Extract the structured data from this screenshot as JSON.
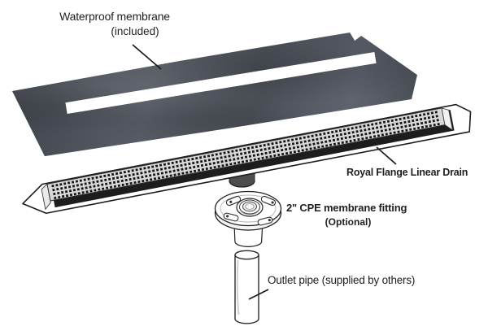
{
  "diagram": {
    "type": "product-exploded-diagram",
    "background": "#ffffff",
    "line_color": "#1a1a1a",
    "labels": {
      "membrane_line1": "Waterproof membrane",
      "membrane_line2": "(included)",
      "drain": "Royal Flange Linear Drain",
      "fitting_line1": "2\" CPE membrane fitting",
      "fitting_line2": "(Optional)",
      "pipe": "Outlet pipe (supplied by others)"
    },
    "parts": [
      {
        "name": "waterproof-membrane",
        "color": "#4a4e57",
        "slot_color": "#ffffff"
      },
      {
        "name": "royal-flange-linear-drain",
        "grate_color": "#d9d9d9",
        "hole_color": "#141414",
        "body_color": "#1d1d1d",
        "flange_color": "#ffffff"
      },
      {
        "name": "drain-outlet-spigot",
        "color": "#4d4d4d"
      },
      {
        "name": "cpe-membrane-fitting",
        "style": "line-art"
      },
      {
        "name": "outlet-pipe",
        "style": "line-art"
      }
    ]
  }
}
